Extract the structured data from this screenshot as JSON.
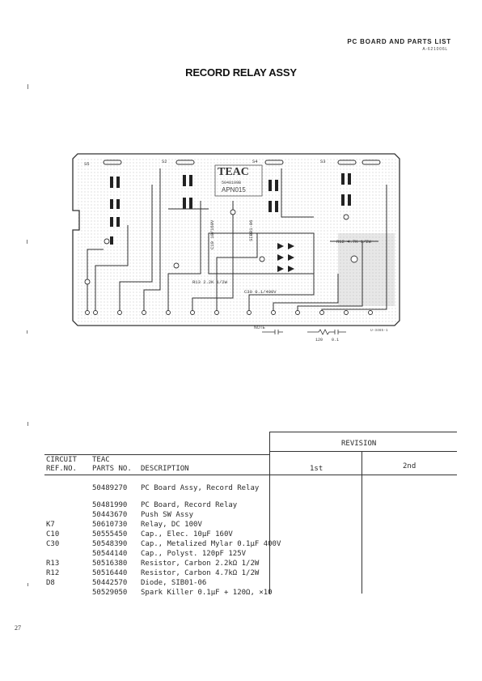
{
  "header": {
    "section_title": "PC BOARD AND PARTS LIST",
    "doc_code": "A-621006L"
  },
  "title": "RECORD RELAY ASSY",
  "board": {
    "logo": "TEAC",
    "logo_sub1": "5048199B",
    "logo_sub2": "APN015",
    "switch_labels": [
      "S5",
      "S2",
      "S4",
      "S3"
    ],
    "component_labels": [
      "C10 10/160V",
      "SIB01-06",
      "R13 2.2K 1/2W",
      "R12 4.7K 1/2W",
      "C30 0.1/400V"
    ],
    "note_label": "NOTE",
    "note_values": [
      "120",
      "0.1"
    ],
    "board_code": "U-3465-1"
  },
  "table": {
    "revision_label": "REVISION",
    "col_circuit_1": "CIRCUIT",
    "col_circuit_2": "REF.NO.",
    "col_teac_1": "TEAC",
    "col_teac_2": "PARTS NO.",
    "col_desc": "DESCRIPTION",
    "col_1st": "1st",
    "col_2nd": "2nd",
    "rows": [
      {
        "ref": "",
        "part": "50489270",
        "desc": "PC Board Assy, Record Relay"
      },
      {
        "ref": "",
        "part": "50481990",
        "desc": "PC Board, Record Relay"
      },
      {
        "ref": "",
        "part": "50443670",
        "desc": "Push SW Assy"
      },
      {
        "ref": "K7",
        "part": "50610730",
        "desc": "Relay, DC 100V"
      },
      {
        "ref": "C10",
        "part": "50555450",
        "desc": "Cap., Elec. 10μF 160V"
      },
      {
        "ref": "C30",
        "part": "50548390",
        "desc": "Cap., Metalized Mylar 0.1μF 400V"
      },
      {
        "ref": "",
        "part": "50544140",
        "desc": "Cap., Polyst. 120pF 125V"
      },
      {
        "ref": "R13",
        "part": "50516380",
        "desc": "Resistor, Carbon 2.2kΩ 1/2W"
      },
      {
        "ref": "R12",
        "part": "50516440",
        "desc": "Resistor, Carbon 4.7kΩ 1/2W"
      },
      {
        "ref": "D8",
        "part": "50442570",
        "desc": "Diode, SIB01-06"
      },
      {
        "ref": "",
        "part": "50529050",
        "desc": "Spark Killer 0.1μF + 120Ω, ×10"
      }
    ]
  },
  "page_number": "27"
}
